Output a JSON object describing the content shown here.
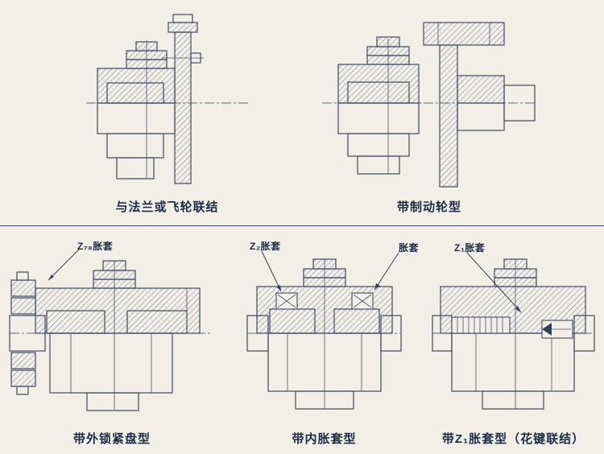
{
  "page": {
    "background": "#f2efe8",
    "ink_color": "#3f4b61",
    "text_color": "#1d2b45"
  },
  "figures": {
    "top_left": {
      "caption": "与法兰或飞轮联结"
    },
    "top_right": {
      "caption": "带制动轮型"
    },
    "bottom_left": {
      "caption": "带外锁紧盘型",
      "annotation": "Z₇₈胀套"
    },
    "bottom_middle": {
      "caption": "带内胀套型",
      "annotation_left": "Z₂胀套",
      "annotation_right": "胀套"
    },
    "bottom_right": {
      "caption": "带Z₁胀套型（花键联结）",
      "annotation": "Z₁胀套"
    }
  }
}
